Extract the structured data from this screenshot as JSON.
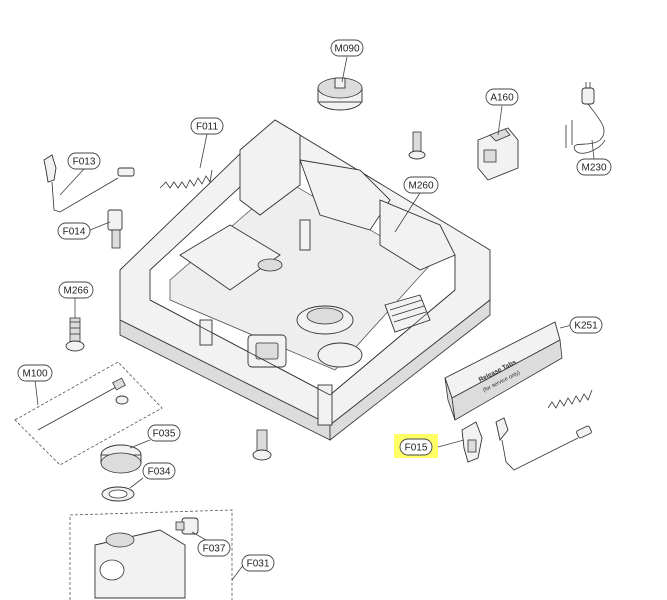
{
  "labels": [
    {
      "id": "M090",
      "text": "M090",
      "highlight": false
    },
    {
      "id": "A160",
      "text": "A160",
      "highlight": false
    },
    {
      "id": "F011",
      "text": "F011",
      "highlight": false
    },
    {
      "id": "F013",
      "text": "F013",
      "highlight": false
    },
    {
      "id": "M230",
      "text": "M230",
      "highlight": false
    },
    {
      "id": "M260",
      "text": "M260",
      "highlight": false
    },
    {
      "id": "F014",
      "text": "F014",
      "highlight": false
    },
    {
      "id": "M266",
      "text": "M266",
      "highlight": false
    },
    {
      "id": "K251",
      "text": "K251",
      "highlight": false
    },
    {
      "id": "M100",
      "text": "M100",
      "highlight": false
    },
    {
      "id": "F035",
      "text": "F035",
      "highlight": false
    },
    {
      "id": "F015",
      "text": "F015",
      "highlight": true
    },
    {
      "id": "F034",
      "text": "F034",
      "highlight": false
    },
    {
      "id": "F037",
      "text": "F037",
      "highlight": false
    },
    {
      "id": "F031",
      "text": "F031",
      "highlight": false
    }
  ],
  "panel_text": {
    "line1": "Release Tabs",
    "line2": "(for service only)"
  },
  "colors": {
    "highlight": "#ffff66",
    "line": "#333333"
  }
}
